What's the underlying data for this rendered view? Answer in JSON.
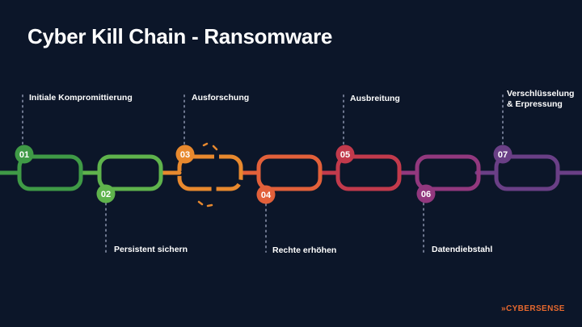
{
  "title": "Cyber Kill Chain - Ransomware",
  "logo": "»CYBERSENSE",
  "stages": [
    {
      "num": "01",
      "lines": [
        "Initiale Kompromittierung"
      ],
      "color": "#3f9a46"
    },
    {
      "num": "02",
      "lines": [
        "Persistent sichern"
      ],
      "color": "#5fb34c"
    },
    {
      "num": "03",
      "lines": [
        "Ausforschung"
      ],
      "color": "#e8892e"
    },
    {
      "num": "04",
      "lines": [
        "Rechte erhöhen"
      ],
      "color": "#e2603a"
    },
    {
      "num": "05",
      "lines": [
        "Ausbreitung"
      ],
      "color": "#c23a4c"
    },
    {
      "num": "06",
      "lines": [
        "Datendiebstahl"
      ],
      "color": "#92387e"
    },
    {
      "num": "07",
      "lines": [
        "Verschlüsselung",
        "& Erpressung"
      ],
      "color": "#6a3f86"
    }
  ]
}
